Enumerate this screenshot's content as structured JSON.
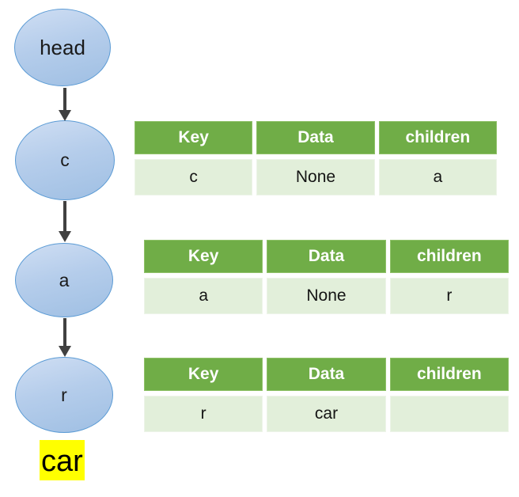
{
  "diagram": {
    "nodes": [
      {
        "id": "head",
        "label": "head"
      },
      {
        "id": "c",
        "label": "c"
      },
      {
        "id": "a",
        "label": "a"
      },
      {
        "id": "r",
        "label": "r"
      }
    ],
    "arrows": [
      {
        "from": "head",
        "to": "c"
      },
      {
        "from": "c",
        "to": "a"
      },
      {
        "from": "a",
        "to": "r"
      }
    ],
    "highlight": {
      "text": "car"
    }
  },
  "tables": [
    {
      "headers": [
        "Key",
        "Data",
        "children"
      ],
      "row": [
        "c",
        "None",
        "a"
      ]
    },
    {
      "headers": [
        "Key",
        "Data",
        "children"
      ],
      "row": [
        "a",
        "None",
        "r"
      ]
    },
    {
      "headers": [
        "Key",
        "Data",
        "children"
      ],
      "row": [
        "r",
        "car",
        ""
      ]
    }
  ],
  "colors": {
    "table_header_bg": "#70AD47",
    "table_row_bg": "#E2EFDA",
    "table_header_text": "#FFFFFF",
    "node_fill_top": "#CFDEF3",
    "node_fill_bottom": "#9FBFE3",
    "node_border": "#5B9BD5",
    "arrow": "#404040",
    "highlight_bg": "#FFFF00"
  }
}
